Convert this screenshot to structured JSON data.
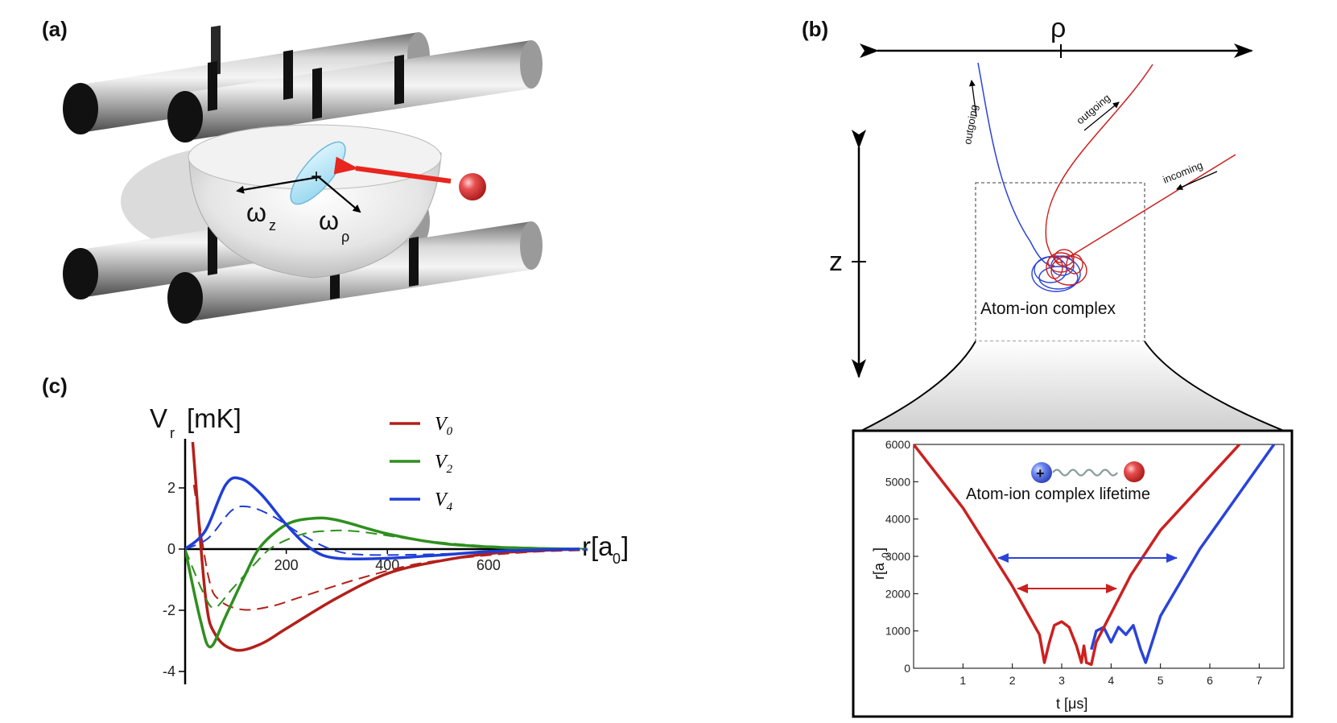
{
  "panels": {
    "a": {
      "label": "(a)",
      "omega_z": "ω",
      "omega_z_sub": "z",
      "omega_rho": "ω",
      "omega_rho_sub": "ρ",
      "center_mark": "+"
    },
    "b": {
      "label": "(b)",
      "rho_label": "ρ",
      "z_label": "z",
      "outgoing_blue": "outgoing",
      "outgoing_red": "outgoing",
      "incoming_red": "incoming",
      "complex_label": "Atom-ion complex",
      "inset": {
        "ion_mark": "+",
        "lifetime_label": "Atom-ion complex lifetime",
        "xlabel": "t [μs]",
        "ylabel": "r[a",
        "ylabel_sub": "0",
        "ylabel_close": "]",
        "xticks": [
          "1",
          "2",
          "3",
          "4",
          "5",
          "6",
          "7"
        ],
        "yticks": [
          "0",
          "1000",
          "2000",
          "3000",
          "4000",
          "5000",
          "6000"
        ]
      }
    },
    "c": {
      "label": "(c)",
      "ylabel": "V",
      "ylabel_sub": "r",
      "ylabel_unit": "[mK]",
      "xlabel": "r[a",
      "xlabel_sub": "0",
      "xlabel_close": "]",
      "yticks": [
        "2",
        "0",
        "-2",
        "-4"
      ],
      "xticks": [
        "200",
        "400",
        "600"
      ]
    }
  },
  "colors": {
    "v0": "#b3201a",
    "v2": "#2f8f1f",
    "v4": "#1f3ed6",
    "traj_red": "#cc2020",
    "traj_blue": "#2a44d8"
  },
  "chart_data": [
    {
      "type": "line",
      "xlim": [
        0,
        780
      ],
      "ylim": [
        -4.5,
        3.5
      ],
      "series": [
        {
          "name": "V0",
          "x": [
            15,
            40,
            60,
            100,
            150,
            200,
            300,
            400,
            500,
            600,
            700,
            780
          ],
          "values": [
            3.5,
            -1.5,
            -2.8,
            -3.3,
            -3.1,
            -2.6,
            -1.6,
            -0.8,
            -0.4,
            -0.15,
            -0.05,
            0
          ]
        },
        {
          "name": "V2",
          "x": [
            0,
            30,
            50,
            80,
            120,
            150,
            200,
            250,
            300,
            400,
            500,
            600,
            700,
            780
          ],
          "values": [
            0,
            -2.3,
            -3.2,
            -2.2,
            -0.8,
            0.1,
            0.8,
            1.0,
            0.95,
            0.5,
            0.2,
            0.07,
            0.02,
            0
          ]
        },
        {
          "name": "V4",
          "x": [
            0,
            40,
            80,
            110,
            150,
            200,
            250,
            300,
            400,
            500,
            600,
            700,
            780
          ],
          "values": [
            0,
            0.6,
            2.1,
            2.3,
            1.8,
            0.8,
            0.0,
            -0.3,
            -0.3,
            -0.2,
            -0.08,
            -0.02,
            0
          ]
        }
      ]
    },
    {
      "type": "line",
      "xlabel": "t [μs]",
      "xlim": [
        0,
        7.5
      ],
      "ylim": [
        0,
        6000
      ],
      "series": [
        {
          "x": [
            0.0,
            1.0,
            2.0,
            2.55,
            2.65,
            2.75,
            2.85,
            3.0,
            3.15,
            3.3,
            3.4,
            3.45,
            3.5,
            3.6,
            3.7,
            4.4,
            5.0,
            6.6
          ],
          "values": [
            6000,
            4300,
            2200,
            900,
            150,
            700,
            1150,
            1250,
            1100,
            600,
            150,
            600,
            150,
            100,
            700,
            2500,
            3700,
            6000
          ]
        },
        {
          "x": [
            3.6,
            3.7,
            3.85,
            4.0,
            4.15,
            4.3,
            4.45,
            4.6,
            4.7,
            5.0,
            5.8,
            7.3
          ],
          "values": [
            500,
            1000,
            1100,
            700,
            1100,
            900,
            1150,
            500,
            150,
            1400,
            3200,
            6000
          ]
        }
      ]
    }
  ]
}
